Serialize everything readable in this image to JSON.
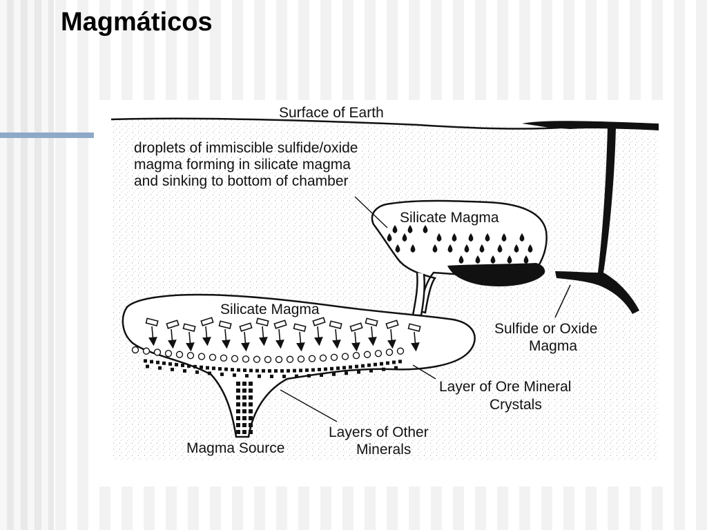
{
  "slide": {
    "title": "Magmáticos"
  },
  "diagram": {
    "labels": {
      "surface": "Surface of Earth",
      "droplets_line1": "droplets of immiscible sulfide/oxide",
      "droplets_line2": "magma forming in silicate magma",
      "droplets_line3": "and sinking to bottom of chamber",
      "upper_chamber": "Silicate Magma",
      "lower_chamber": "Silicate Magma",
      "sulfide_line1": "Sulfide or Oxide",
      "sulfide_line2": "Magma",
      "ore_line1": "Layer of Ore Mineral",
      "ore_line2": "Crystals",
      "other_line1": "Layers of Other",
      "other_line2": "Minerals",
      "source": "Magma Source"
    }
  }
}
